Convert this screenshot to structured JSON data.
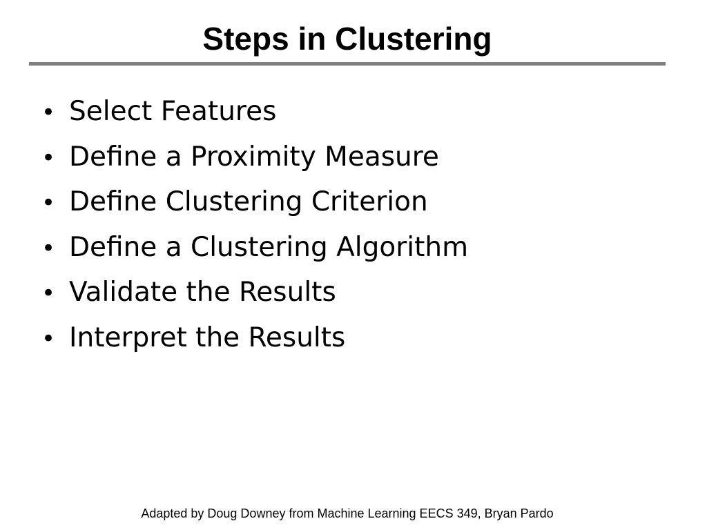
{
  "slide": {
    "title": "Steps in Clustering",
    "bullet_glyph": "•",
    "bullets": [
      "Select Features",
      "Define a Proximity Measure",
      "Define Clustering Criterion",
      "Define a Clustering Algorithm",
      "Validate the Results",
      "Interpret the Results"
    ],
    "footer": "Adapted by Doug Downey from Machine Learning EECS 349, Bryan Pardo"
  },
  "colors": {
    "text": "#000000",
    "rule": "#808080",
    "background": "#ffffff"
  }
}
